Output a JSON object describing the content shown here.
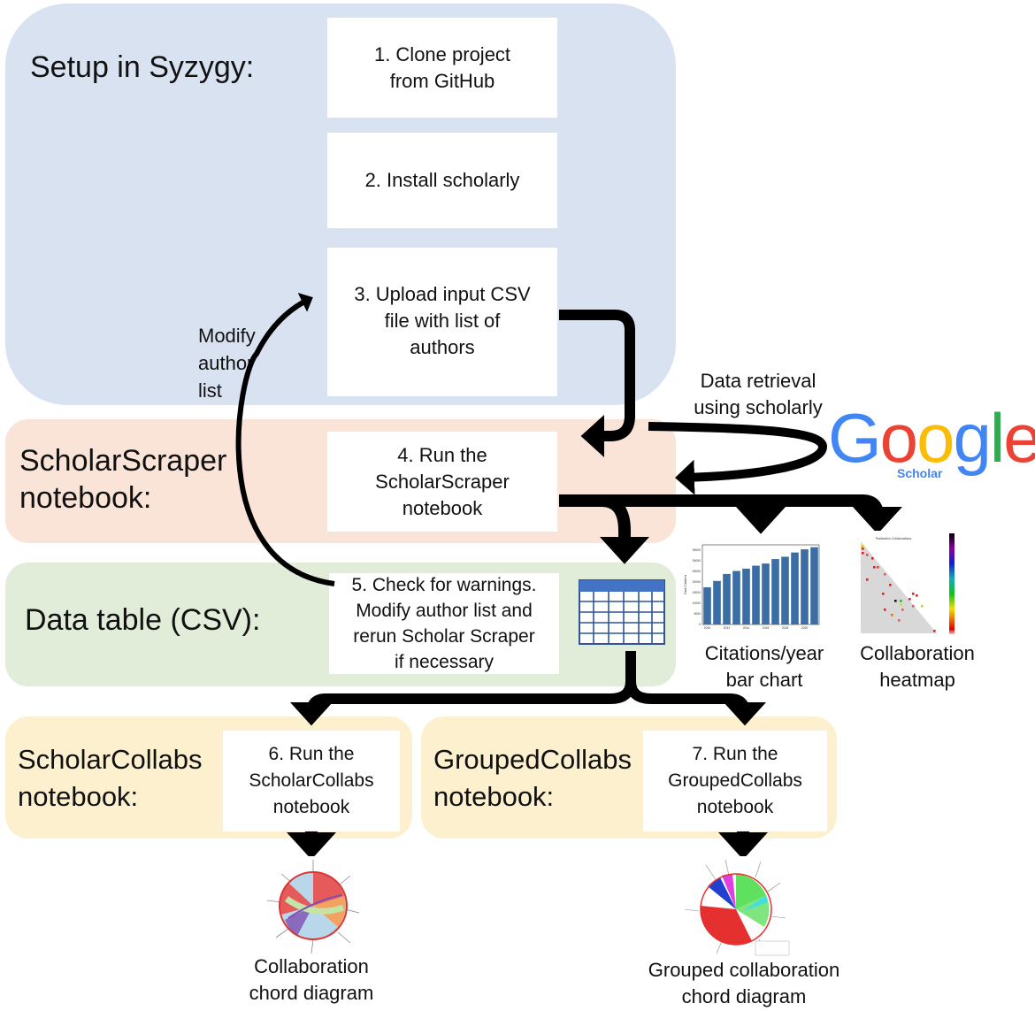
{
  "panels": {
    "setup": "Setup in Syzygy:",
    "scraper": "ScholarScraper\nnotebook:",
    "data_table": "Data table (CSV):",
    "collabs": "ScholarCollabs\nnotebook:",
    "grouped": "GroupedCollabs\nnotebook:"
  },
  "steps": {
    "s1": "1. Clone project\nfrom GitHub",
    "s2": "2. Install scholarly",
    "s3": "3. Upload input CSV\nfile with list of\nauthors",
    "s4": "4. Run the\nScholarScraper\nnotebook",
    "s5": "5. Check for warnings.\nModify author list and\nrerun Scholar Scraper\nif necessary",
    "s6": "6. Run the\nScholarCollabs\nnotebook",
    "s7": "7. Run the\nGroupedCollabs\nnotebook"
  },
  "annotations": {
    "modify_author_list": "Modify\nauthor\nlist",
    "data_retrieval": "Data retrieval\nusing scholarly"
  },
  "logo": {
    "letters": [
      "G",
      "o",
      "o",
      "g",
      "l",
      "e"
    ],
    "colors": [
      "#4285f4",
      "#ea4335",
      "#fbbc05",
      "#4285f4",
      "#34a853",
      "#ea4335"
    ],
    "subtitle": "Scholar"
  },
  "outputs": {
    "bar_chart": "Citations/year\nbar chart",
    "heatmap": "Collaboration\nheatmap",
    "chord": "Collaboration\nchord diagram",
    "grouped_chord": "Grouped collaboration\nchord diagram"
  },
  "thumb_bar_chart": {
    "ylabel": "Total Citations",
    "years": [
      2010,
      2011,
      2012,
      2013,
      2014,
      2015,
      2016,
      2017,
      2018,
      2019,
      2020,
      2021
    ],
    "values": [
      17500,
      20500,
      23800,
      25200,
      26300,
      27700,
      28700,
      30800,
      31900,
      33900,
      35400,
      36400
    ],
    "yticks": [
      "0",
      "5000",
      "10000",
      "15000",
      "20000",
      "25000",
      "30000",
      "35000"
    ],
    "xticks": [
      "2010",
      "2012",
      "2014",
      "2016",
      "2018",
      "2020"
    ],
    "bar_color": "#3a6ea5"
  },
  "thumb_heatmap": {
    "title": "Publication Collaborations"
  },
  "colors": {
    "setup_bg": "#d9e2f1",
    "scraper_bg": "#fae4d8",
    "data_bg": "#e1edd8",
    "notebook_bg": "#fdf0cf",
    "table_blue": "#4472c4",
    "table_border": "#2f5597"
  }
}
